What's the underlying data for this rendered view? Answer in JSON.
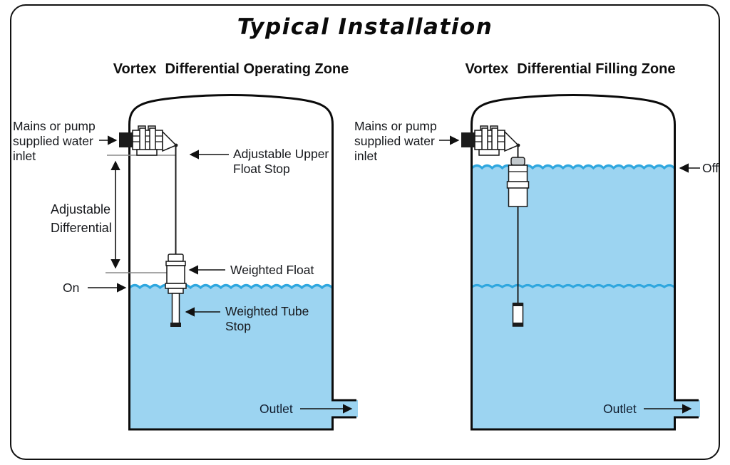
{
  "title": "Typical Installation",
  "colors": {
    "water": "#9CD4F1",
    "wave": "#2FA7DF",
    "outline": "#0b0b0b"
  },
  "panels": [
    {
      "heading": [
        "Vortex",
        "Differential Operating Zone"
      ],
      "labels": {
        "inlet": [
          "Mains or pump",
          "supplied water",
          "inlet"
        ],
        "upper_stop": [
          "Adjustable Upper",
          "Float Stop"
        ],
        "differential": [
          "Adjustable",
          "Differential"
        ],
        "weighted_float": "Weighted Float",
        "tube_stop": [
          "Weighted Tube",
          "Stop"
        ],
        "on": "On",
        "outlet": "Outlet"
      }
    },
    {
      "heading": [
        "Vortex",
        "Differential Filling Zone"
      ],
      "labels": {
        "inlet": [
          "Mains or pump",
          "supplied water",
          "inlet"
        ],
        "off": "Off",
        "outlet": "Outlet"
      }
    }
  ]
}
